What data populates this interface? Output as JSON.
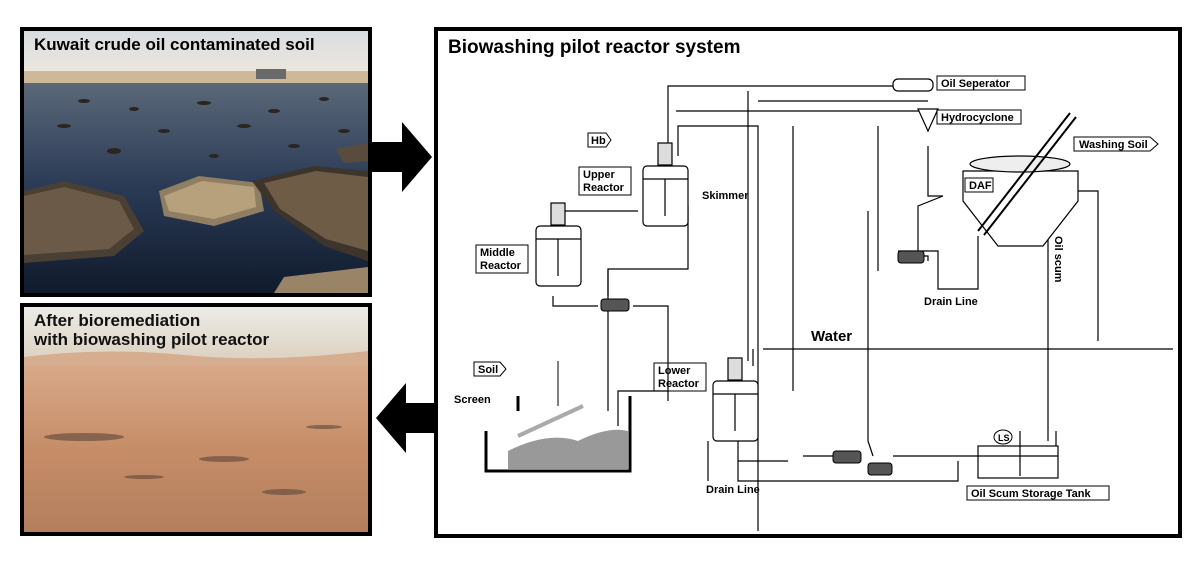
{
  "photos": {
    "top_caption": "Kuwait crude oil contaminated soil",
    "bottom_caption_line1": "After bioremediation",
    "bottom_caption_line2": "with biowashing pilot reactor"
  },
  "diagram": {
    "title": "Biowashing pilot reactor system",
    "labels": {
      "oil_separator": "Oil Seperator",
      "hydrocyclone": "Hydrocyclone",
      "washing_soil": "Washing Soil",
      "hb": "Hb",
      "upper_reactor_1": "Upper",
      "upper_reactor_2": "Reactor",
      "skimmer": "Skimmer",
      "daf": "DAF",
      "middle_reactor_1": "Middle",
      "middle_reactor_2": "Reactor",
      "oil_scum": "Oil scum",
      "drain_line_top": "Drain Line",
      "water": "Water",
      "soil": "Soil",
      "lower_reactor_1": "Lower",
      "lower_reactor_2": "Reactor",
      "screen": "Screen",
      "ls": "LS",
      "drain_line_bottom": "Drain Line",
      "oil_scum_tank": "Oil Scum Storage Tank"
    }
  },
  "colors": {
    "panel_border": "#000000",
    "arrow": "#000000",
    "water_dark": "#1b2a3f",
    "sand": "#c9926a",
    "sky": "#e9e6e0"
  }
}
